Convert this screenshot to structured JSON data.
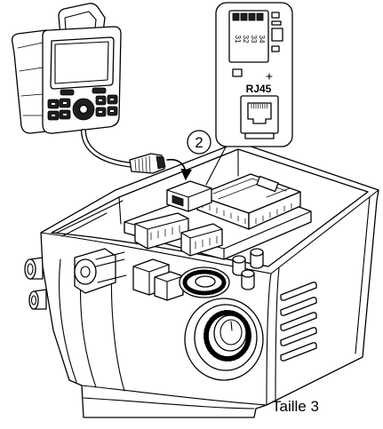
{
  "figure": {
    "callout_number": "2",
    "connector_label": "RJ45",
    "terminal_labels": [
      "31",
      "32",
      "33",
      "34"
    ],
    "caption": "Taille 3"
  },
  "colors": {
    "line": "#000000",
    "background": "#ffffff"
  }
}
